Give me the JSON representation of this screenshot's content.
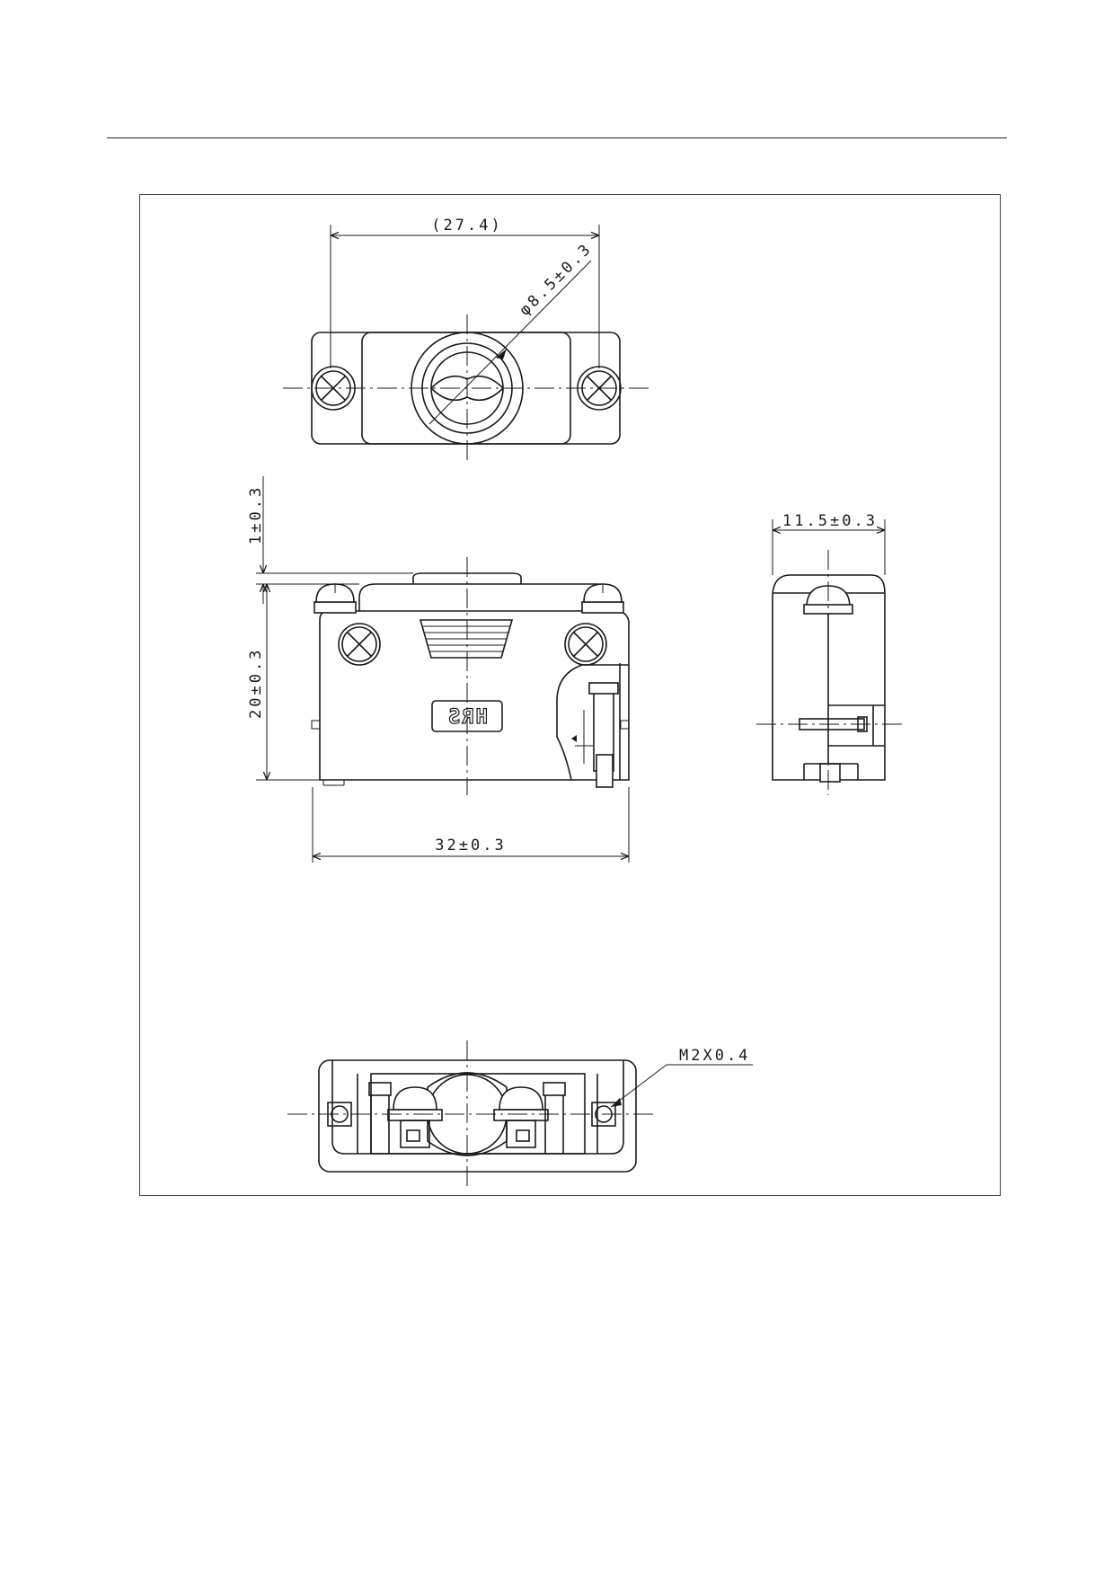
{
  "dimensions": {
    "top_width": "(27.4)",
    "cable_diameter": "φ8.5±0.3",
    "front_offset": "1±0.3",
    "front_height": "20±0.3",
    "front_width": "32±0.3",
    "side_depth": "11.5±0.3",
    "screw_thread": "M2X0.4"
  },
  "logo_text": "HRS",
  "colors": {
    "line": "#1a1a1a",
    "background": "#ffffff"
  }
}
